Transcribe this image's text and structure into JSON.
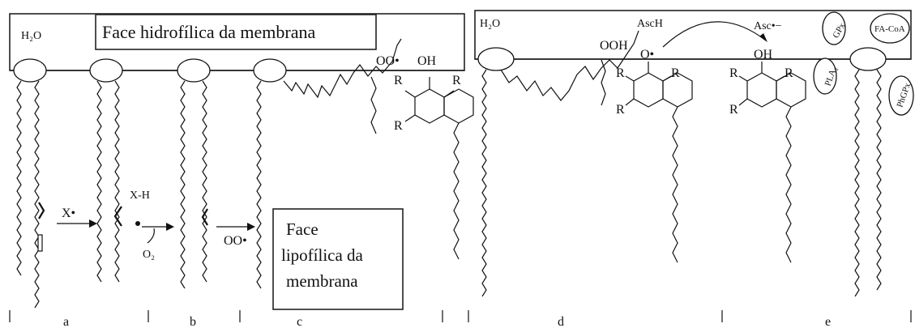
{
  "labels": {
    "water_left": "H₂O",
    "water_right": "H₂O",
    "hydrophilic_face": "Face hidrofílica da membrana",
    "lipophilic_face_line1": "Face",
    "lipophilic_face_line2": "lipofílica da",
    "lipophilic_face_line3": "membrana",
    "radical_x": "X•",
    "x_h": "X-H",
    "o2": "O₂",
    "peroxyl_c": "OO•",
    "peroxyl_top": "OO•",
    "oh_tocopherol_c": "OH",
    "hydroperoxide": "OOH",
    "ascorbate": "AscH",
    "ascorbyl_radical": "Asc•−",
    "tocopheroxyl_o": "O•",
    "oh_tocopherol_e": "OH",
    "r": "R",
    "gpx": "GPx",
    "fa_coa": "FA-CoA",
    "pla2": "PLA₂",
    "phgpx": "PhGPx"
  },
  "panels": [
    "a",
    "b",
    "c",
    "d",
    "e"
  ]
}
